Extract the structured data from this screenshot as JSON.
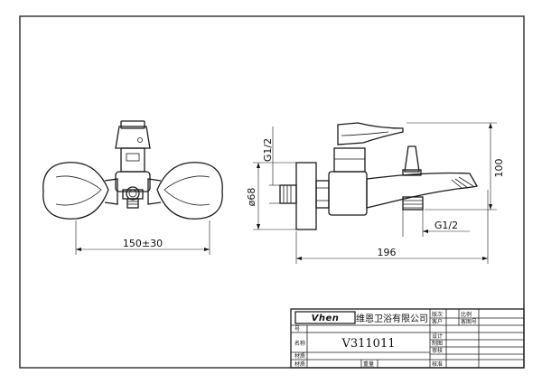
{
  "dimensions": {
    "front_width": "150±30",
    "side_width": "196",
    "height": "100",
    "diameter": "ø68",
    "thread_top": "G1/2",
    "thread_outlet": "G1/2"
  },
  "title_block": {
    "brand": "Vhen",
    "company": "维恩卫浴有限公司",
    "model": "V311011",
    "labels": {
      "version": "版次",
      "scale": "比例",
      "customer": "客户",
      "customer_no": "客图号",
      "design": "设计",
      "drawing": "制图",
      "review": "审核",
      "approve": "核准",
      "part_no": "号",
      "name": "名称",
      "material": "材质",
      "weight": "重量"
    }
  }
}
